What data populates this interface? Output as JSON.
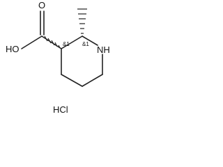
{
  "molecule": {
    "atoms": {
      "hydroxyl": "HO",
      "carbonyl_oxygen": "O",
      "ring_nitrogen": "NH"
    },
    "stereo_descriptors": {
      "c2": "&1",
      "c3": "&1"
    },
    "salt": "HCl"
  },
  "colors": {
    "ink": "#111111",
    "bond": "#222222",
    "background": "#ffffff"
  }
}
